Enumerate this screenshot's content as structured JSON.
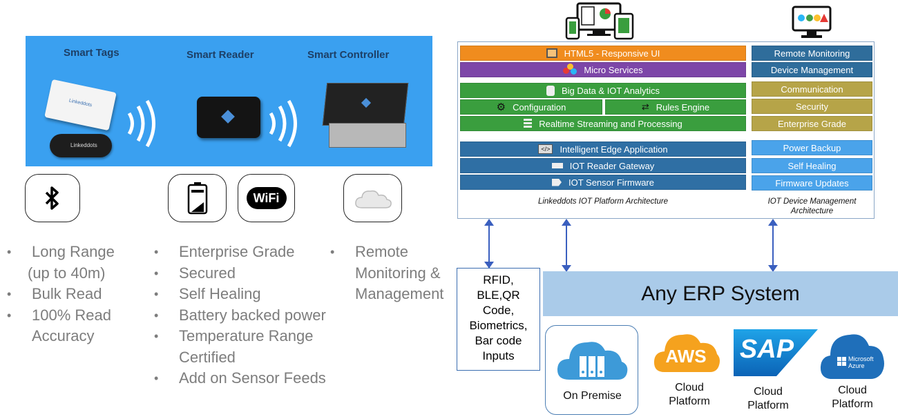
{
  "devices": {
    "titles": [
      "Smart Tags",
      "Smart Reader",
      "Smart Controller"
    ],
    "tag_brand": "Linkeddots"
  },
  "badges": {
    "wifi_text": "WiFi"
  },
  "bullets": {
    "col1": [
      {
        "text": "Long Range",
        "cont": false
      },
      {
        "text": "(up to 40m)",
        "cont": true
      },
      {
        "text": "Bulk Read",
        "cont": false
      },
      {
        "text": "100% Read",
        "cont": false
      },
      {
        "text": "Accuracy",
        "cont": true
      }
    ],
    "col2": [
      {
        "text": "Enterprise Grade",
        "cont": false
      },
      {
        "text": "Secured",
        "cont": false
      },
      {
        "text": "Self Healing",
        "cont": false
      },
      {
        "text": "Battery backed power",
        "cont": false
      },
      {
        "text": "Temperature Range",
        "cont": false
      },
      {
        "text": "Certified",
        "cont": true
      },
      {
        "text": "Add on Sensor Feeds",
        "cont": false
      }
    ],
    "col3": [
      {
        "text": "Remote",
        "cont": false
      },
      {
        "text": "Monitoring &",
        "cont": true
      },
      {
        "text": "Management",
        "cont": true
      }
    ]
  },
  "platform": {
    "html5": "HTML5 - Responsive UI",
    "micro": "Micro Services",
    "bigdata": "Big Data & IOT Analytics",
    "config": "Configuration",
    "rules": "Rules Engine",
    "realtime": "Realtime Streaming and Processing",
    "edge": "Intelligent Edge Application",
    "gateway": "IOT Reader Gateway",
    "firmware": "IOT Sensor Firmware",
    "caption": "Linkeddots IOT Platform Architecture"
  },
  "device_mgmt": {
    "items": [
      "Remote Monitoring",
      "Device Management",
      "Communication",
      "Security",
      "Enterprise Grade",
      "Power Backup",
      "Self Healing",
      "Firmware Updates"
    ],
    "caption_line1": "IOT Device Management",
    "caption_line2": "Architecture"
  },
  "inputs": [
    "RFID,",
    "BLE,QR",
    "Code,",
    "Biometrics,",
    "Bar code",
    "Inputs"
  ],
  "erp": "Any ERP System",
  "clouds": {
    "onprem": "On Premise",
    "aws_logo": "AWS",
    "sap_logo": "SAP",
    "azure_logo1": "Microsoft",
    "azure_logo2": "Azure",
    "label1": "Cloud",
    "label2": "Platform"
  }
}
